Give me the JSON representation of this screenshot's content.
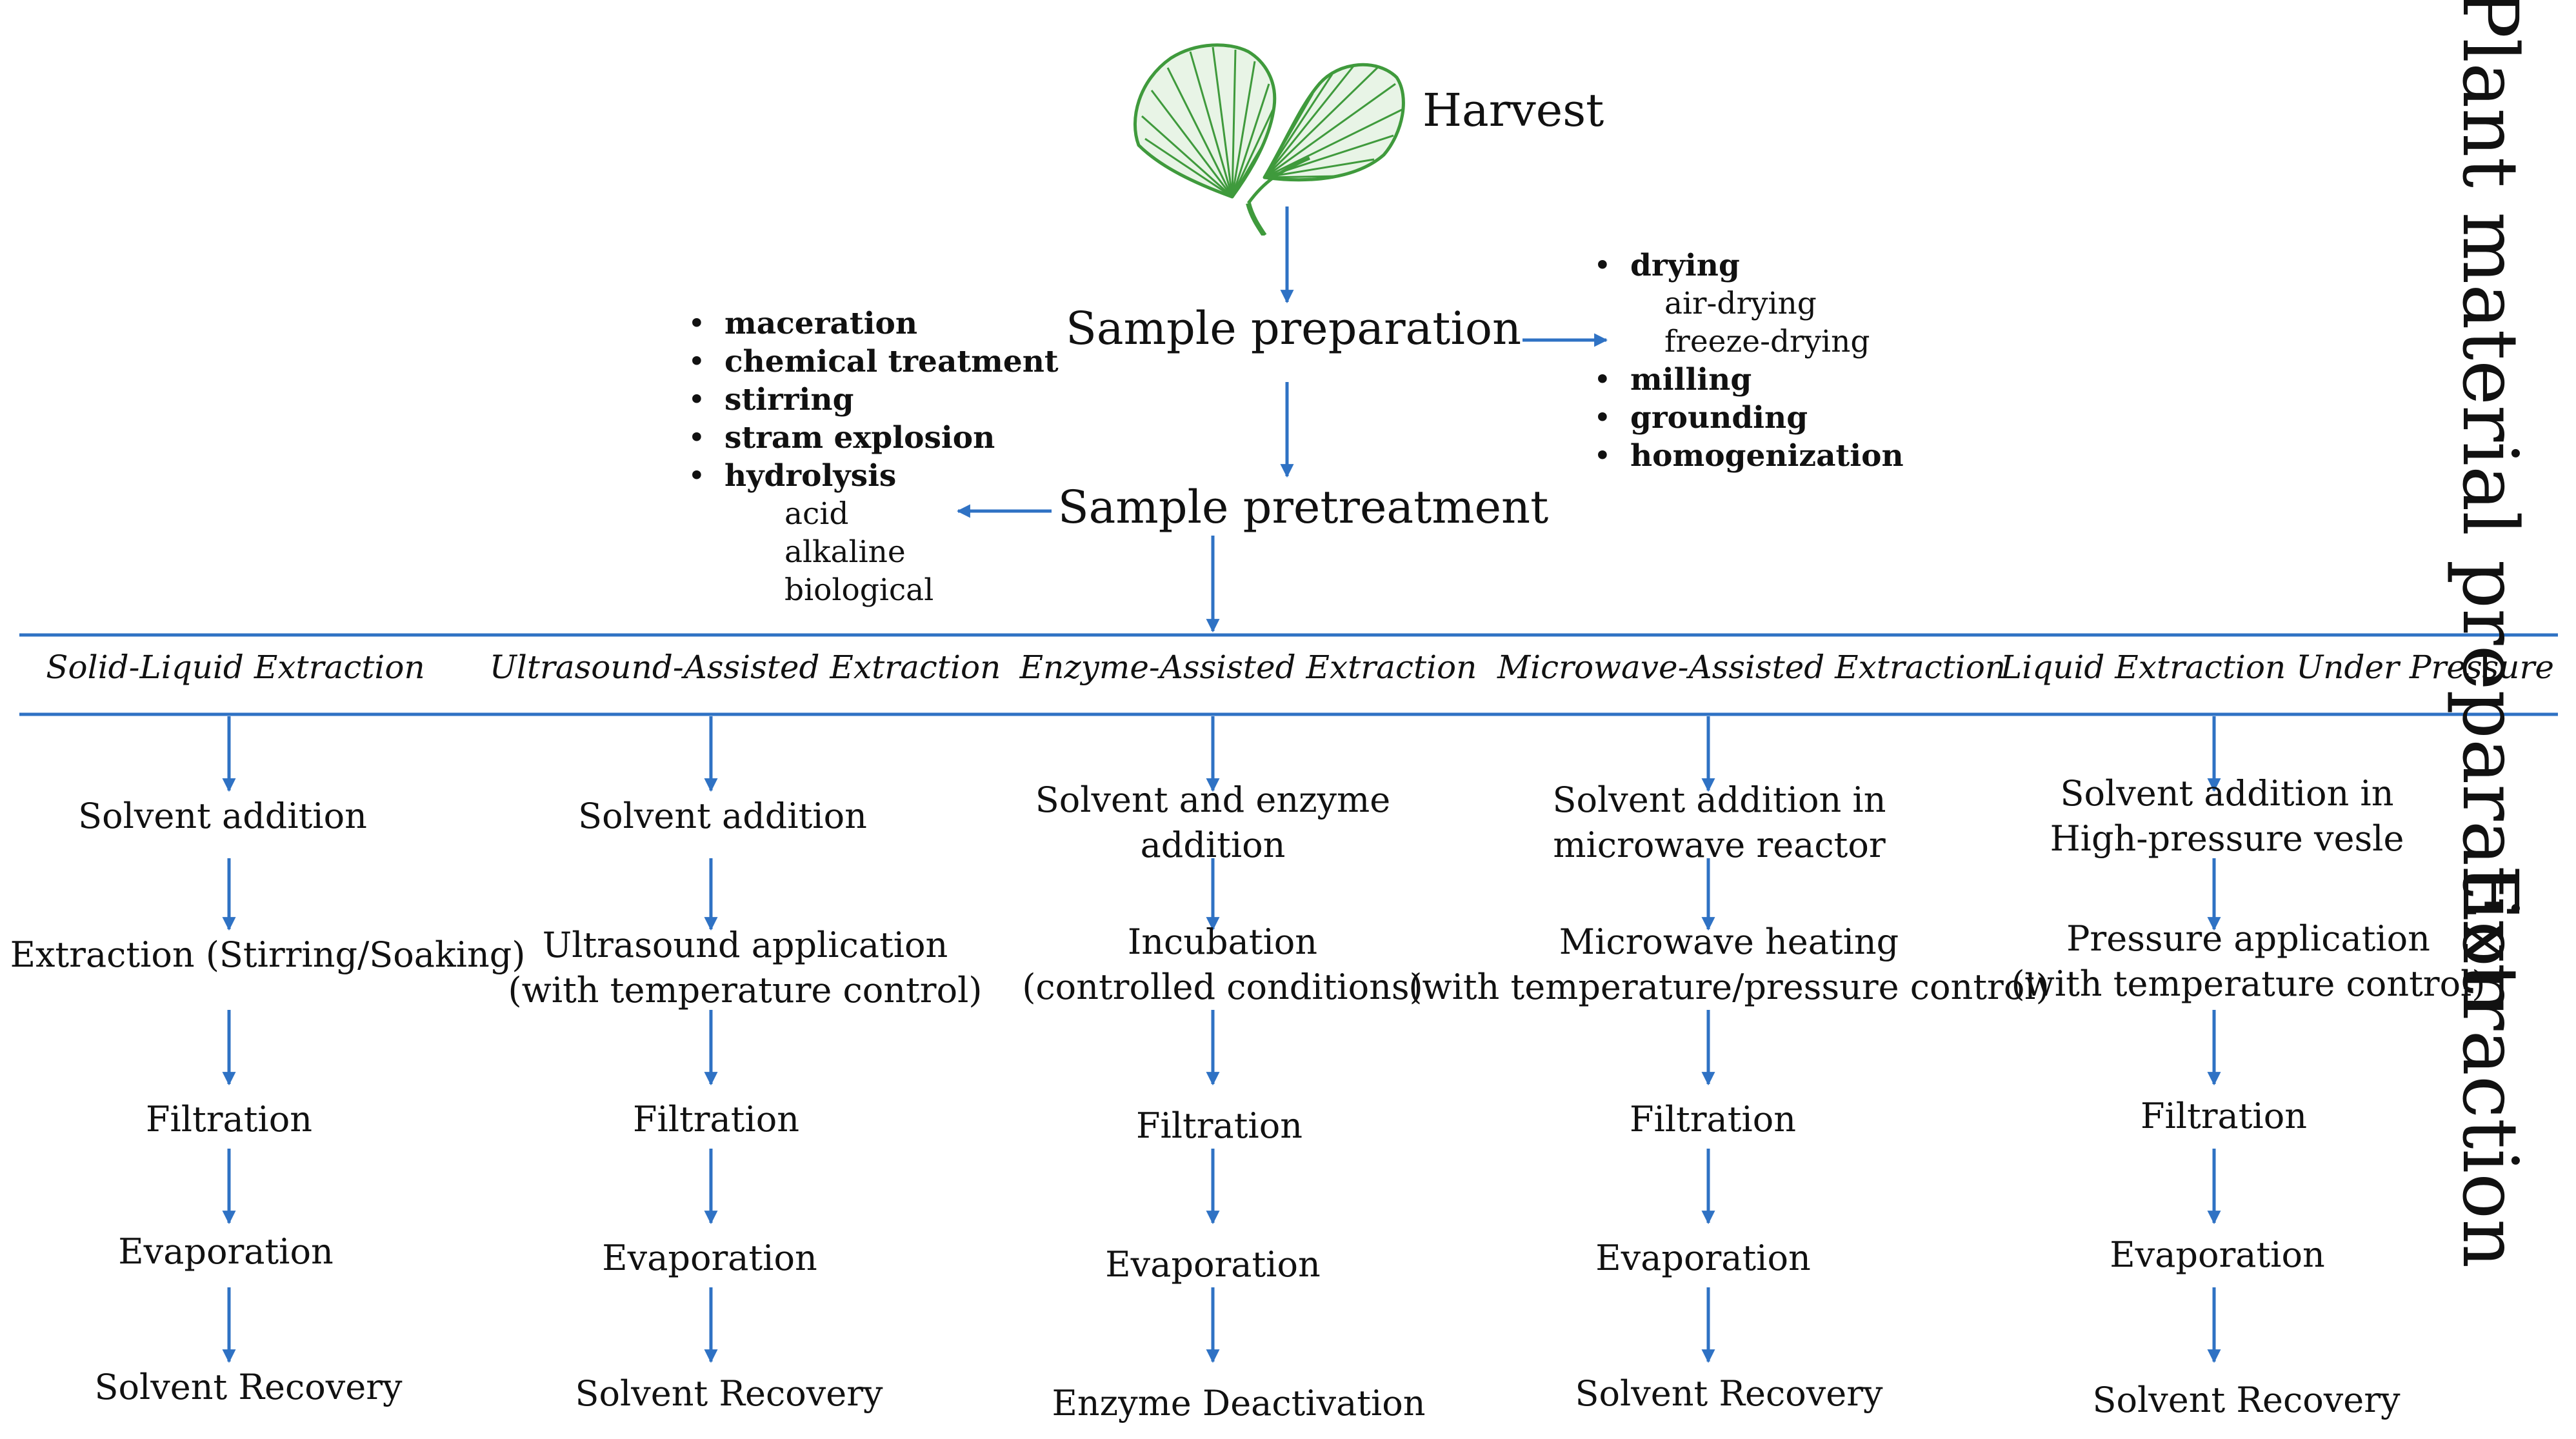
{
  "harvest_label": "Harvest",
  "leaf_icon": "ginkgo-leaf-icon",
  "accent_color": "#2f72c4",
  "leaf_color": "#3f9a3c",
  "sample_preparation": "Sample preparation",
  "sample_pretreatment": "Sample pretreatment",
  "preparation_options": [
    {
      "label": "drying",
      "sub": [
        "air-drying",
        "freeze-drying"
      ]
    },
    {
      "label": "milling",
      "sub": []
    },
    {
      "label": "grounding",
      "sub": []
    },
    {
      "label": "homogenization",
      "sub": []
    }
  ],
  "pretreatment_options": [
    {
      "label": "maceration",
      "sub": []
    },
    {
      "label": "chemical treatment",
      "sub": []
    },
    {
      "label": "stirring",
      "sub": []
    },
    {
      "label": "stram explosion",
      "sub": []
    },
    {
      "label": "hydrolysis",
      "sub": [
        "acid",
        "alkaline",
        "biological"
      ]
    }
  ],
  "section_titles": {
    "plant": "Plant material preparation",
    "extraction": "Extraction"
  },
  "methods": [
    {
      "name": "Solid-Liquid Extraction",
      "steps": [
        "Solvent addition",
        "Extraction (Stirring/Soaking)",
        "Filtration",
        "Evaporation",
        "Solvent Recovery"
      ]
    },
    {
      "name": "Ultrasound-Assisted Extraction",
      "steps": [
        "Solvent addition",
        "Ultrasound application\n(with temperature control)",
        "Filtration",
        "Evaporation",
        "Solvent Recovery"
      ]
    },
    {
      "name": "Enzyme-Assisted Extraction",
      "steps": [
        "Solvent and enzyme\naddition",
        "Incubation\n(controlled conditions)",
        "Filtration",
        "Evaporation",
        "Enzyme Deactivation"
      ]
    },
    {
      "name": "Microwave-Assisted Extraction",
      "steps": [
        "Solvent addition in\nmicrowave reactor",
        "Microwave heating\n(with temperature/pressure control)",
        "Filtration",
        "Evaporation",
        "Solvent Recovery"
      ]
    },
    {
      "name": "Liquid Extraction Under Pressure",
      "steps": [
        "Solvent addition in\nHigh-pressure vesle",
        "Pressure application\n(with temperature control)",
        "Filtration",
        "Evaporation",
        "Solvent Recovery"
      ]
    }
  ]
}
